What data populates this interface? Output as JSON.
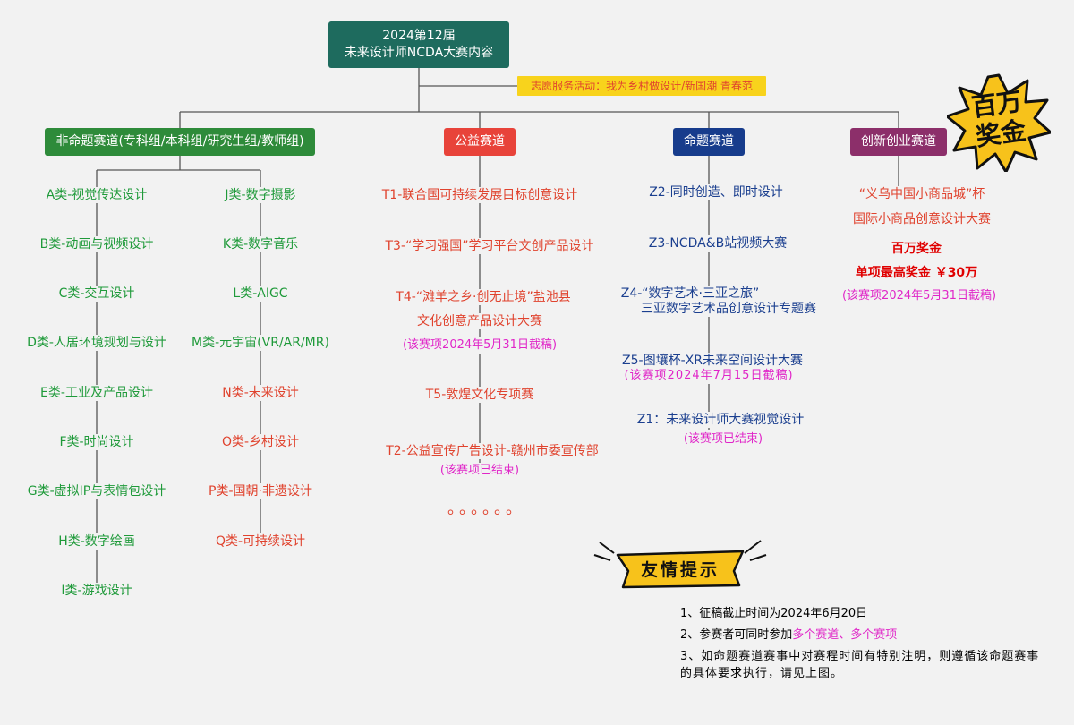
{
  "root": {
    "line1": "2024第12届",
    "line2": "未来设计师NCDA大赛内容"
  },
  "volunteer": "志愿服务活动：我为乡村做设计/新国潮 青春范",
  "tracks": [
    {
      "label": "非命题赛道(专科组/本科组/研究生组/教师组)",
      "color": "#2e8b3a"
    },
    {
      "label": "公益赛道",
      "color": "#e8433a"
    },
    {
      "label": "命题赛道",
      "color": "#173c8c"
    },
    {
      "label": "创新创业赛道",
      "color": "#8c2f6a"
    }
  ],
  "non_topic_left": [
    "A类-视觉传达设计",
    "B类-动画与视频设计",
    "C类-交互设计",
    "D类-人居环境规划与设计",
    "E类-工业及产品设计",
    "F类-时尚设计",
    "G类-虚拟IP与表情包设计",
    "H类-数字绘画",
    "I类-游戏设计"
  ],
  "non_topic_right": [
    "J类-数字摄影",
    "K类-数字音乐",
    "L类-AIGC",
    "M类-元宇宙(VR/AR/MR)",
    "N类-未来设计",
    "O类-乡村设计",
    "P类-国朝·非遗设计",
    "Q类-可持续设计"
  ],
  "public_welfare": {
    "t1": "T1-联合国可持续发展目标创意设计",
    "t3": "T3-“学习强国”学习平台文创产品设计",
    "t4_line1": "T4-“滩羊之乡·创无止境”盐池县",
    "t4_line2": "文化创意产品设计大赛",
    "t4_note": "(该赛项2024年5月31日截稿)",
    "t5": "T5-敦煌文化专项赛",
    "t2": "T2-公益宣传广告设计-赣州市委宣传部",
    "t2_note": "(该赛项已结束)",
    "more": "。。。。。。"
  },
  "topic": {
    "z2": "Z2-同时创造、即时设计",
    "z3": "Z3-NCDA&B站视频大赛",
    "z4_line1": "Z4-“数字艺术·三亚之旅”",
    "z4_line2": "三亚数字艺术品创意设计专题赛",
    "z5": "Z5-图壤杯-XR未来空间设计大赛",
    "z5_note": "(该赛项2024年7月15日截稿)",
    "z1": "Z1：未来设计师大赛视觉设计",
    "z1_note": "(该赛项已结束)"
  },
  "innovation": {
    "line1": "“义乌中国小商品城”杯",
    "line2": "国际小商品创意设计大赛",
    "prize": "百万奖金",
    "max": "单项最高奖金 ￥30万",
    "note": "(该赛项2024年5月31日截稿)"
  },
  "badge": {
    "line1": "百万",
    "line2": "奖金"
  },
  "tips": {
    "title": "友情提示",
    "n1": "1、征稿截止时间为2024年6月20日",
    "n2_prefix": "2、参赛者可同时参加",
    "n2_highlight": "多个赛道、多个赛项",
    "n3": "3、如命题赛道赛事中对赛程时间有特别注明，则遵循该命题赛事的具体要求执行，请见上图。"
  },
  "colors": {
    "root_bg": "#1e6b5e",
    "volunteer_bg": "#f8d31c",
    "volunteer_text": "#e0432e",
    "line": "#555555"
  }
}
